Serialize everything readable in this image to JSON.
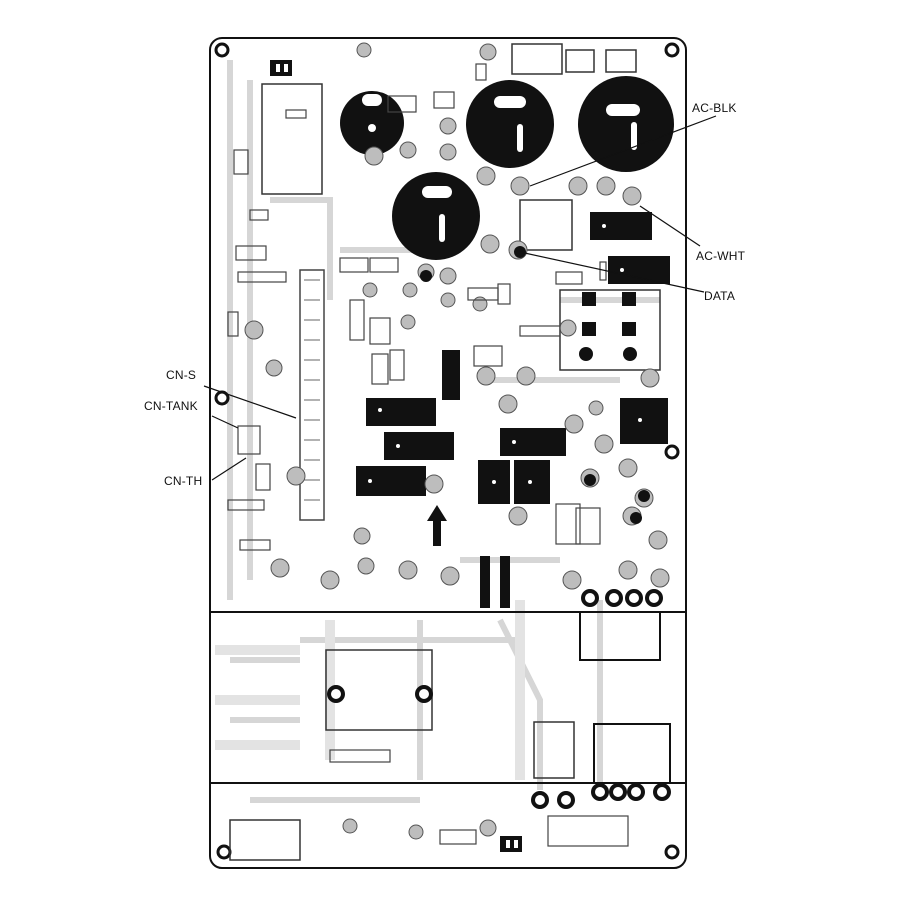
{
  "colors": {
    "background": "#ffffff",
    "trace": "#d6d6d6",
    "ink": "#111111",
    "pad_gray": "#bdbdbd"
  },
  "labels": {
    "ac_blk": "AC-BLK",
    "ac_wht": "AC-WHT",
    "data": "DATA",
    "cn_s": "CN-S",
    "cn_tank": "CN-TANK",
    "cn_th": "CN-TH"
  },
  "icons": {
    "pointer": "arrow-up-icon",
    "mounting_hole": "mounting-hole-icon"
  }
}
